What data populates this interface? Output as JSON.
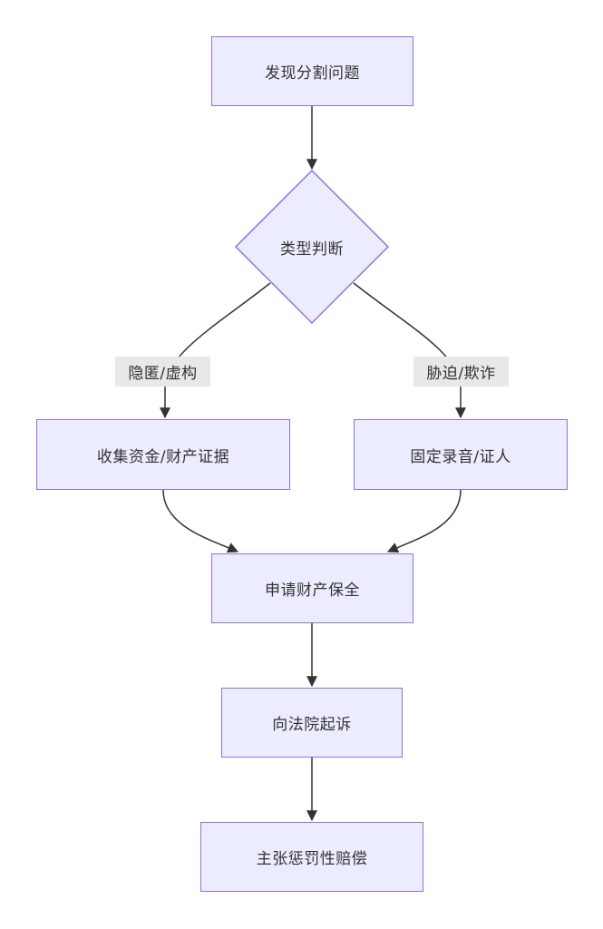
{
  "nodes": {
    "discover": "发现分割问题",
    "judge": "类型判断",
    "collect": "收集资金/财产证据",
    "record": "固定录音/证人",
    "preserve": "申请财产保全",
    "sue": "向法院起诉",
    "claim": "主张惩罚性赔偿"
  },
  "edge_labels": {
    "hide": "隐匿/虚构",
    "coerce": "胁迫/欺诈"
  },
  "colors": {
    "node_fill": "#ececff",
    "node_stroke": "#9370db",
    "edge": "#333333",
    "label_bg": "#e8e8e8"
  }
}
